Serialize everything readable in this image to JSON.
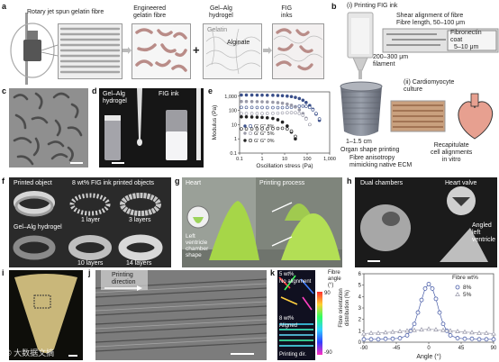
{
  "panel_letters": {
    "a": "a",
    "b": "b",
    "c": "c",
    "d": "d",
    "e": "e",
    "f": "f",
    "g": "g",
    "h": "h",
    "i": "i",
    "j": "j",
    "k": "k"
  },
  "a": {
    "fibre_label": "Rotary jet spun gelatin fibre",
    "engineered_label": "Engineered\ngelatin fibre",
    "hydrogel_label": "Gel–Alg\nhydrogel",
    "fig_label": "FIG\ninks",
    "gelatin": "Gelatin",
    "alginate": "Alginate",
    "plus": "+"
  },
  "b": {
    "step1": "(i) Printing FIG ink",
    "shear": "Shear alignment of fibre\nFibre length, 50–100 μm",
    "fibronectin": "Fibronectin\ncoat",
    "width": "5–10 μm",
    "filament": "200–300 μm\nfilament",
    "step2": "(ii) Cardiomyocyte\nculture",
    "organ_size": "1–1.5 cm",
    "organ_caption": "Organ shape printing",
    "anisotropy": "Fibre anisotropy\nmimicking native ECM",
    "recap": "Recapitulate\ncell alignments\nin vitro"
  },
  "d": {
    "gel_alg": "Gel–Alg\nhydrogel",
    "fig_ink": "FIG ink"
  },
  "e_chart": {
    "type": "scatter",
    "xlabel": "Oscillation stress (Pa)",
    "ylabel": "Modulus (Pa)",
    "xscale": "log",
    "yscale": "log",
    "xlim": [
      0.1,
      1000
    ],
    "ylim": [
      0.1,
      2000
    ],
    "xticks": [
      "0.1",
      "1",
      "10",
      "100",
      "1,000"
    ],
    "yticks": [
      "0.1",
      "1",
      "10",
      "100",
      "1,000"
    ],
    "legend": [
      {
        "text": "G′  G″  8%",
        "filled": "#3a4f8a",
        "open": "#3a4f8a"
      },
      {
        "text": "G′  G″  5%",
        "filled": "#9a9aa8",
        "open": "#9a9aa8"
      },
      {
        "text": "G′  G″  0%",
        "filled": "#222222",
        "open": "#222222"
      }
    ],
    "series": [
      {
        "name": "G′ 8%",
        "filled": true,
        "color": "#3a4f8a",
        "x": [
          0.12,
          0.2,
          0.35,
          0.6,
          1,
          1.7,
          3,
          5,
          8,
          13,
          20,
          30,
          45,
          65,
          90,
          130,
          180,
          250,
          350
        ],
        "y": [
          1200,
          1200,
          1190,
          1180,
          1170,
          1160,
          1140,
          1110,
          1070,
          1010,
          930,
          820,
          680,
          520,
          360,
          220,
          120,
          55,
          20
        ]
      },
      {
        "name": "G″ 8%",
        "filled": false,
        "color": "#3a4f8a",
        "x": [
          0.12,
          0.2,
          0.35,
          0.6,
          1,
          1.7,
          3,
          5,
          8,
          13,
          20,
          30,
          45,
          65,
          90,
          130,
          180,
          250,
          350
        ],
        "y": [
          160,
          160,
          160,
          158,
          158,
          157,
          156,
          155,
          156,
          160,
          168,
          180,
          195,
          200,
          190,
          160,
          110,
          60,
          25
        ]
      },
      {
        "name": "G′ 5%",
        "filled": true,
        "color": "#9a9aa8",
        "x": [
          0.12,
          0.2,
          0.35,
          0.6,
          1,
          1.7,
          3,
          5,
          8,
          13,
          20,
          30,
          45,
          65,
          90,
          130
        ],
        "y": [
          420,
          420,
          415,
          410,
          400,
          390,
          375,
          350,
          320,
          280,
          230,
          170,
          110,
          60,
          28,
          10
        ]
      },
      {
        "name": "G″ 5%",
        "filled": false,
        "color": "#9a9aa8",
        "x": [
          0.12,
          0.2,
          0.35,
          0.6,
          1,
          1.7,
          3,
          5,
          8,
          13,
          20,
          30,
          45,
          65,
          90,
          130
        ],
        "y": [
          60,
          60,
          60,
          60,
          60,
          61,
          62,
          64,
          66,
          68,
          70,
          68,
          60,
          45,
          25,
          10
        ]
      },
      {
        "name": "G′ 0%",
        "filled": true,
        "color": "#222222",
        "x": [
          0.12,
          0.2,
          0.35,
          0.6,
          1,
          1.7,
          3,
          5,
          8,
          13,
          20,
          30
        ],
        "y": [
          35,
          35,
          34,
          33,
          32,
          30,
          27,
          22,
          15,
          8,
          3,
          1
        ]
      },
      {
        "name": "G″ 0%",
        "filled": false,
        "color": "#222222",
        "x": [
          0.12,
          0.2,
          0.35,
          0.6,
          1,
          1.7,
          3,
          5,
          8,
          13,
          20,
          30
        ],
        "y": [
          5,
          5,
          5,
          5,
          5,
          5,
          5.2,
          5.4,
          5.5,
          5,
          3.5,
          1.5
        ]
      }
    ]
  },
  "f": {
    "printed": "Printed object",
    "fig_printed": "8 wt% FIG ink printed objects",
    "l1": "1 layer",
    "l3": "3 layers",
    "gel": "Gel–Alg hydrogel",
    "l10": "10 layers",
    "l14": "14 layers"
  },
  "g": {
    "heart": "Heart",
    "process": "Printing process",
    "lv": "Left\nventricle\nchamber\nshape"
  },
  "h": {
    "dual": "Dual chambers",
    "valve": "Heart valve",
    "angled": "Angled\nleft\nventricle"
  },
  "j": {
    "printing_direction": "Printing\ndirection"
  },
  "k_images": {
    "top_pct": "5 wt%",
    "top_desc": "No alignment",
    "bot_pct": "8 wt%",
    "bot_desc": "Aligned",
    "printing_dir": "Printing dir.",
    "fibre_angle": "Fibre\nangle\n(°)",
    "cbar_top": "90",
    "cbar_bot": "-90"
  },
  "k_chart": {
    "type": "line",
    "xlabel": "Angle (°)",
    "ylabel": "Fibre orientation\ndistribution (%)",
    "xlim": [
      -90,
      90
    ],
    "ylim": [
      0,
      6
    ],
    "xticks": [
      -90,
      -45,
      0,
      45,
      90
    ],
    "yticks": [
      0,
      1,
      2,
      3,
      4,
      5,
      6
    ],
    "legend_title": "Fibre wt%",
    "series": [
      {
        "name": "8%",
        "marker": "circle",
        "color": "#4a5ea8",
        "x": [
          -90,
          -80,
          -70,
          -60,
          -50,
          -40,
          -30,
          -25,
          -20,
          -15,
          -10,
          -5,
          0,
          5,
          10,
          15,
          20,
          25,
          30,
          40,
          50,
          60,
          70,
          80,
          90
        ],
        "y": [
          0.25,
          0.25,
          0.25,
          0.3,
          0.3,
          0.35,
          0.6,
          1.0,
          1.6,
          2.6,
          3.7,
          4.7,
          5.1,
          4.7,
          3.8,
          2.6,
          1.6,
          1.0,
          0.6,
          0.35,
          0.3,
          0.3,
          0.25,
          0.25,
          0.25
        ]
      },
      {
        "name": "5%",
        "marker": "triangle",
        "color": "#a0a0b0",
        "x": [
          -90,
          -80,
          -70,
          -60,
          -50,
          -40,
          -30,
          -20,
          -10,
          0,
          10,
          20,
          30,
          40,
          50,
          60,
          70,
          80,
          90
        ],
        "y": [
          0.75,
          0.8,
          0.8,
          0.85,
          0.9,
          0.95,
          1.0,
          1.05,
          1.1,
          1.15,
          1.1,
          1.05,
          1.0,
          0.95,
          0.9,
          0.85,
          0.8,
          0.8,
          0.75
        ]
      }
    ]
  },
  "watermark": "© 大数据文摘"
}
